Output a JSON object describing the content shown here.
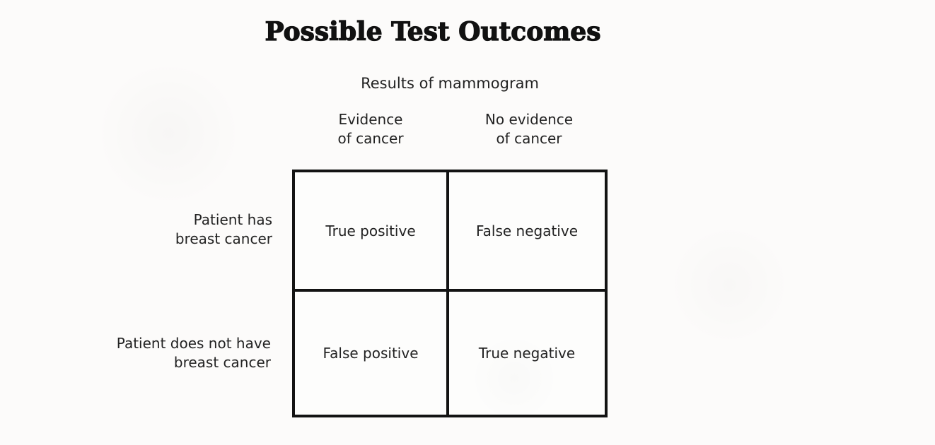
{
  "title": "Possible Test Outcomes",
  "matrix": {
    "column_axis_label": "Results of mammogram",
    "columns": [
      {
        "line1": "Evidence",
        "line2": "of cancer"
      },
      {
        "line1": "No evidence",
        "line2": "of cancer"
      }
    ],
    "rows": [
      {
        "line1": "Patient has",
        "line2": "breast cancer"
      },
      {
        "line1": "Patient does not have",
        "line2": "breast cancer"
      }
    ],
    "cells": {
      "r1c1": "True positive",
      "r1c2": "False negative",
      "r2c1": "False positive",
      "r2c2": "True negative"
    }
  },
  "colors": {
    "background": "#fcfbfa",
    "text": "#1c1c1c",
    "grid_border": "#131313"
  }
}
